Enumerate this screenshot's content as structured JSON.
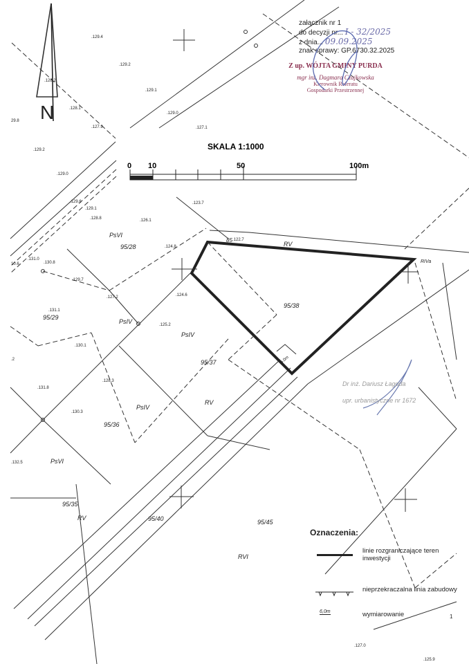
{
  "header": {
    "attachment": "załącznik nr 1",
    "decision": "do decyzji nr...",
    "decision_handwritten": "I - 32/2025",
    "date": "z dnia...",
    "date_handwritten": "09.09.2025",
    "case_number": "znak sprawy: GP.6730.32.2025"
  },
  "stamp": {
    "line1": "Z up. WÓJTA GMINY PURDA",
    "line2": "mgr inż. Dagmara Czajkowska",
    "line3": "Kierownik Referatu",
    "line4": "Gospodarki Przestrzennej"
  },
  "author": {
    "line1": "Dr inż. Dariusz Łagoda",
    "line2": "upr. urbanistyczne nr 1672"
  },
  "north_arrow": {
    "label": "N"
  },
  "scale": {
    "title": "SKALA 1:1000",
    "ticks": [
      "0",
      "10",
      "50",
      "100m"
    ]
  },
  "parcels": [
    "95/28",
    "95/29",
    "95/38",
    "95/37",
    "95/36",
    "95/35",
    "95/40",
    "95/45",
    "85"
  ],
  "land_use": [
    "PsVI",
    "PsIV",
    "PsIV",
    "PsIV",
    "PsVI",
    "RV",
    "RV",
    "RV",
    "RVI",
    "RIVa"
  ],
  "heights": [
    ".129.4",
    ".129.2",
    ".128.2",
    ".128.1",
    ".127.9",
    "29.8",
    ".129.1",
    ".129.0",
    ".127.1",
    ".129.2",
    ".129.0",
    ".129.6",
    ".129.1",
    ".128.8",
    ".126.1",
    ".123.7",
    ".122.7",
    ".124.8",
    ".131.0",
    ".130.8",
    "10.6",
    ".129.7",
    ".127.2",
    ".124.6",
    ".131.1",
    ".125.2",
    ".130.1",
    ".128.3",
    ".131.8",
    ".130.3",
    ".132.5",
    ".127.0",
    ".125.9",
    ".2"
  ],
  "dimension": "6.0m",
  "legend": {
    "title": "Oznaczenia:",
    "items": [
      {
        "symbol": "thick-line",
        "label": "linie rozgraniczające teren inwestycji"
      },
      {
        "symbol": "building-line-triangles",
        "label": "nieprzekraczalna linia zabudowy"
      },
      {
        "symbol": "dimension",
        "symbol_text": "6,0m",
        "label": "wymiarowanie"
      }
    ],
    "page_number": "1"
  }
}
